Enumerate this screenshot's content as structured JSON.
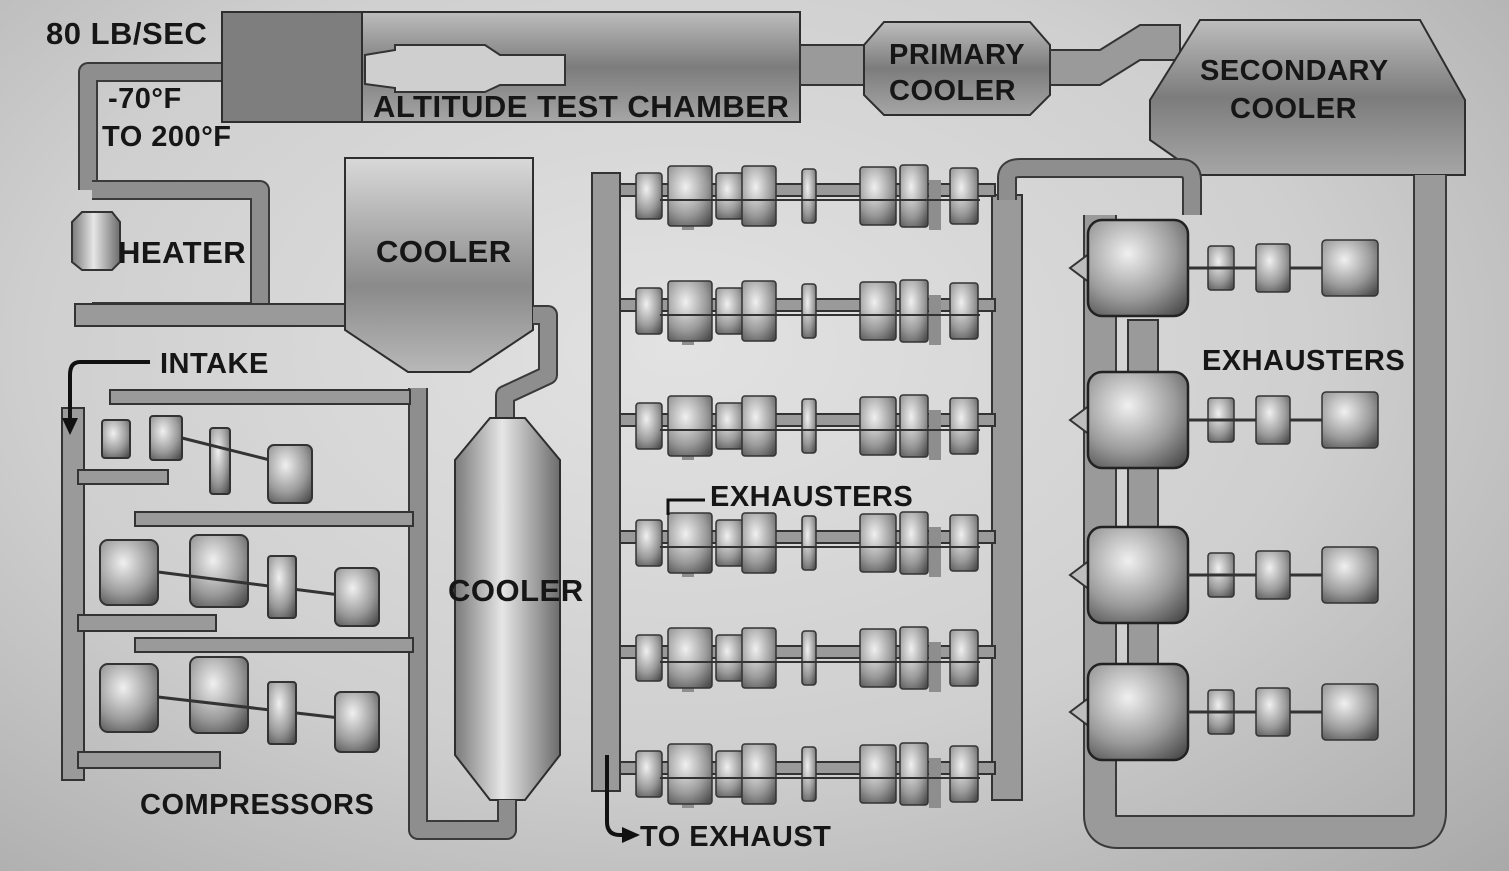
{
  "labels": {
    "flow_rate": "80 LB/SEC",
    "temp_range_line1": "-70°F",
    "temp_range_line2": "TO 200°F",
    "altitude_test_chamber": "ALTITUDE TEST CHAMBER",
    "primary_cooler_line1": "PRIMARY",
    "primary_cooler_line2": "COOLER",
    "secondary_cooler_line1": "SECONDARY",
    "secondary_cooler_line2": "COOLER",
    "heater": "HEATER",
    "upper_cooler": "COOLER",
    "lower_cooler": "COOLER",
    "intake": "INTAKE",
    "compressors": "COMPRESSORS",
    "center_exhausters": "EXHAUSTERS",
    "right_exhausters": "EXHAUSTERS",
    "to_exhaust": "TO EXHAUST"
  },
  "colors": {
    "ink": "#161616",
    "pipe": "#9a9a9a",
    "vessel_light": "#e0e0e0",
    "vessel_dark": "#6a6a6a"
  }
}
